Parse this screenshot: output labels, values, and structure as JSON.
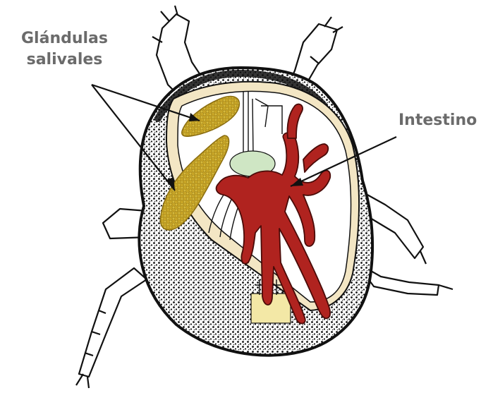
{
  "labels": {
    "glandulas_line1": "Glándulas",
    "glandulas_line2": "salivales",
    "intestino": "Intestino"
  },
  "colors": {
    "label_text": "#6b6b6b",
    "outline": "#111111",
    "gland_fill": "#c8a526",
    "gland_dots": "#8a6d10",
    "intestine_fill": "#b0231f",
    "cream": "#f3e6c4",
    "pale_yellow": "#f3e8a6",
    "pale_green": "#cfe6c4"
  }
}
